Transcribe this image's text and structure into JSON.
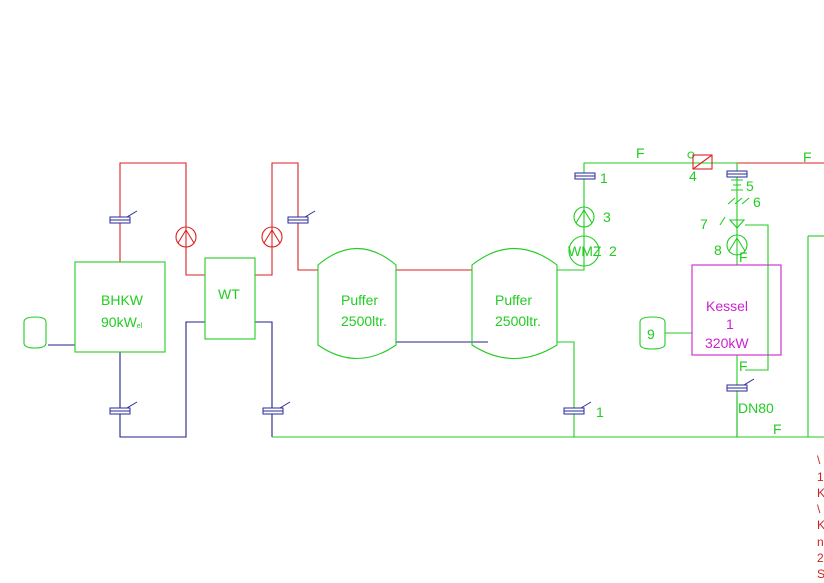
{
  "components": {
    "bhkw": {
      "name": "BHKW",
      "power": "90kW",
      "power_suffix": "el"
    },
    "wt": {
      "name": "WT"
    },
    "puffer1": {
      "name": "Puffer",
      "volume": "2500ltr."
    },
    "puffer2": {
      "name": "Puffer",
      "volume": "2500ltr."
    },
    "kessel": {
      "name": "Kessel",
      "number": "1",
      "power": "320kW"
    },
    "wmz": {
      "name": "WMZ"
    },
    "item9": {
      "label": "9"
    }
  },
  "callouts": {
    "n1_top": "1",
    "n1_bottom": "1",
    "n2": "2",
    "n3": "3",
    "n4": "4",
    "n5": "5",
    "n6": "6",
    "n7": "7",
    "n8": "8",
    "dn80": "DN80",
    "f_top_left": "F",
    "f_top_right": "F",
    "f_kessel_top": "F",
    "f_kessel_bottom": "F",
    "f_bottom": "F"
  },
  "legend_fragment": {
    "lines": [
      "\\",
      "1",
      "K",
      "\\",
      "K",
      "n",
      "2",
      "S"
    ]
  },
  "colors": {
    "supply": "#dd2222",
    "return": "#222288",
    "pipe": "#22cc22",
    "boiler": "#cc22cc"
  }
}
